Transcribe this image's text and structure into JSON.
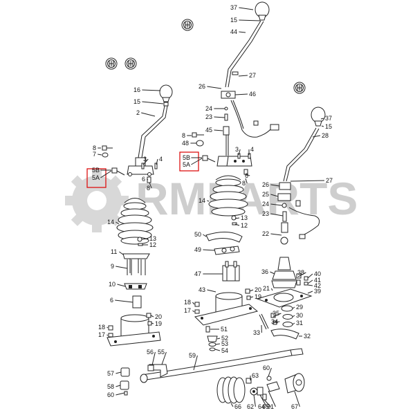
{
  "watermark": {
    "text": "RMPARTS",
    "color": "#c9c9c9"
  },
  "highlight": {
    "color": "#dd1111",
    "labels": [
      "5B",
      "5A"
    ]
  },
  "callouts": {
    "left": [
      "16",
      "15",
      "2",
      "8",
      "7",
      "5B",
      "5A",
      "3",
      "4",
      "6",
      "8",
      "14",
      "13",
      "12",
      "11",
      "9",
      "10",
      "6",
      "20",
      "19",
      "18",
      "17"
    ],
    "center": [
      "37",
      "15",
      "44",
      "27",
      "26",
      "46",
      "24",
      "23",
      "45",
      "8",
      "48",
      "5B",
      "5A",
      "3",
      "4",
      "6",
      "8",
      "14",
      "13",
      "12",
      "50",
      "49",
      "47",
      "20",
      "19",
      "43",
      "18",
      "17",
      "51",
      "52",
      "53",
      "54"
    ],
    "right": [
      "37",
      "15",
      "28",
      "27",
      "26",
      "25",
      "24",
      "23",
      "22",
      "36",
      "38",
      "40",
      "41",
      "42",
      "39",
      "21",
      "29",
      "30",
      "31",
      "35",
      "34",
      "33",
      "32"
    ],
    "bottom": [
      "59",
      "56",
      "55",
      "57",
      "58",
      "60",
      "63",
      "60",
      "61",
      "62",
      "64",
      "65",
      "66",
      "67"
    ]
  },
  "icons": [
    "gear-pattern-icon",
    "gear-pattern-icon",
    "gear-pattern-icon",
    "gear-pattern-icon",
    "gear-pattern-icon"
  ]
}
